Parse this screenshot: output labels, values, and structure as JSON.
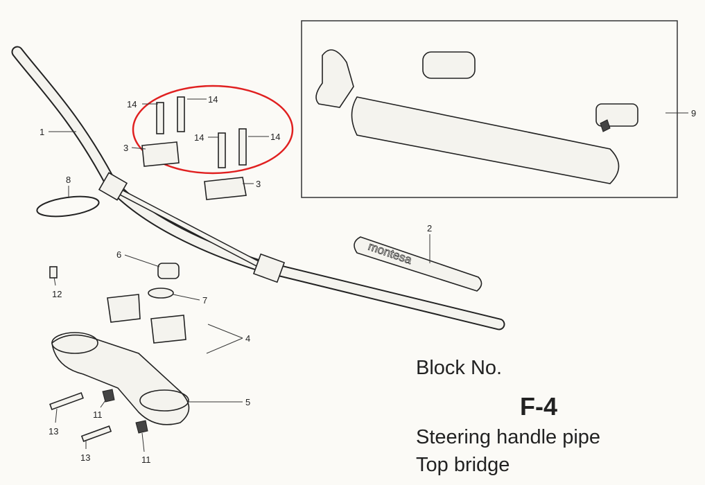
{
  "block": {
    "label": "Block No.",
    "code": "F-4",
    "descriptions": [
      "Steering handle pipe",
      "Top bridge"
    ]
  },
  "callouts": {
    "handlebar": "1",
    "pad": "2",
    "clamp_upper_left": "3",
    "clamp_upper_right": "3",
    "lower_holders": "4",
    "top_bridge": "5",
    "damper": "6",
    "washer": "7",
    "cable_tie": "8",
    "pad_assembly": "9",
    "nut_a": "11",
    "nut_b": "11",
    "screw": "12",
    "bolt_a": "13",
    "bolt_b": "13",
    "bolt_14a": "14",
    "bolt_14b": "14",
    "bolt_14c": "14",
    "bolt_14d": "14"
  },
  "pad_logo": "montesa",
  "colors": {
    "highlight": "#e02020",
    "ink": "#222222",
    "paper": "#fbfaf6"
  }
}
